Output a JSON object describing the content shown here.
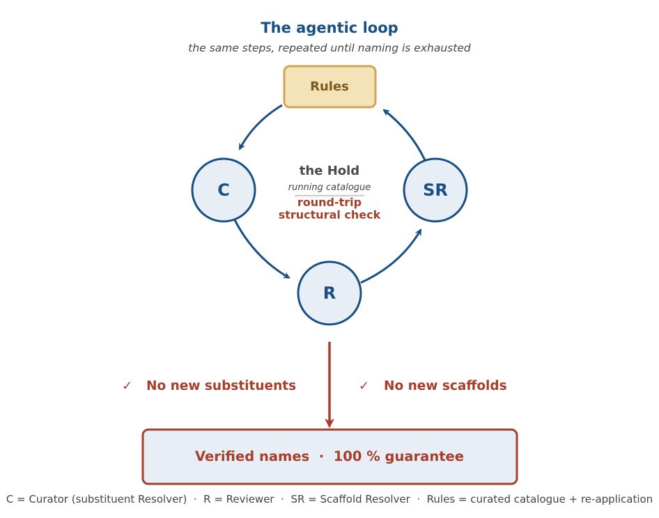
{
  "title": "The agentic loop",
  "subtitle": "the same steps, repeated until naming is exhausted",
  "rules_box": {
    "label": "Rules"
  },
  "nodes": {
    "curator": {
      "label": "C"
    },
    "scaffold_resolver": {
      "label": "SR"
    },
    "reviewer": {
      "label": "R"
    }
  },
  "hold": {
    "title": "the Hold",
    "subtitle": "running catalogue",
    "check_line1": "round-trip",
    "check_line2": "structural check"
  },
  "criteria": [
    {
      "mark": "✓",
      "text": "No new substituents"
    },
    {
      "mark": "✓",
      "text": "No new scaffolds"
    }
  ],
  "result": {
    "label": "Verified names  ·  100 % guarantee"
  },
  "legend": "C = Curator (substituent Resolver)  ·  R = Reviewer  ·  SR = Scaffold Resolver  ·  Rules = curated catalogue + re-application",
  "colors": {
    "primary_blue": "#1a4f82",
    "accent_red": "#a53f2b",
    "rules_fill": "#f5e3b8",
    "rules_stroke": "#d0a651",
    "node_fill": "#e8eef6"
  },
  "icons": {
    "check": "check-mark-icon"
  }
}
